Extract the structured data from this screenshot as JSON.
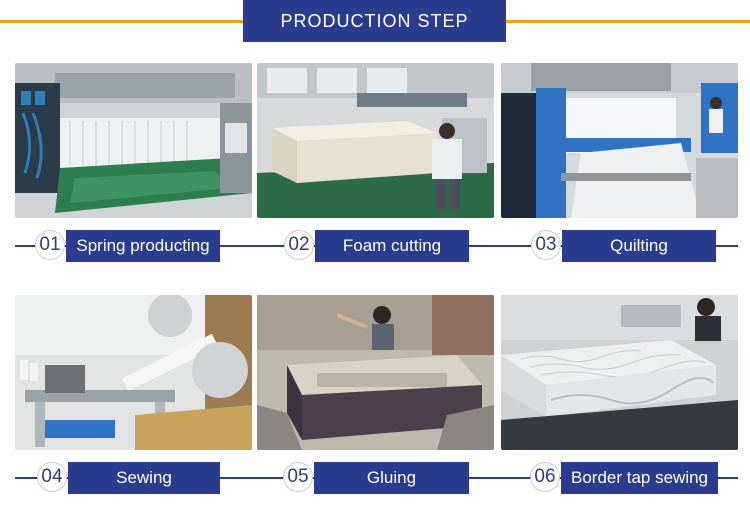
{
  "header": {
    "title": "PRODUCTION STEP"
  },
  "colors": {
    "brand_blue": "#2a3c8e",
    "accent_orange": "#e8a51a"
  },
  "steps": [
    {
      "number": "01",
      "label": "Spring producting",
      "image": "spring-producing-machine-photo"
    },
    {
      "number": "02",
      "label": "Foam cutting",
      "image": "foam-cutting-photo"
    },
    {
      "number": "03",
      "label": "Quilting",
      "image": "quilting-machine-photo"
    },
    {
      "number": "04",
      "label": "Sewing",
      "image": "sewing-machine-photo"
    },
    {
      "number": "05",
      "label": "Gluing",
      "image": "gluing-photo"
    },
    {
      "number": "06",
      "label": "Border tap sewing",
      "image": "border-tape-sewing-photo"
    }
  ]
}
